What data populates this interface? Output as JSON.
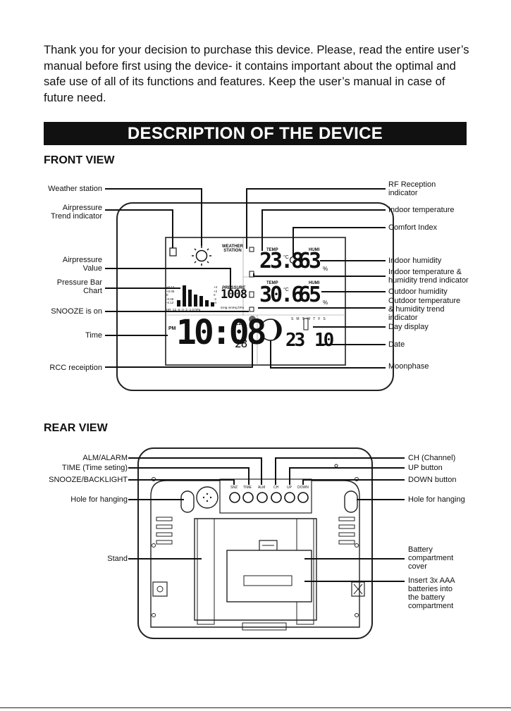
{
  "intro": "Thank you for your decision to purchase this device. Please, read the entire user’s manual before first using the device- it contains important about the optimal and safe use of all of its functions and features. Keep the user’s manual in case of future need.",
  "banner": "DESCRIPTION OF THE DEVICE",
  "front": {
    "title": "FRONT VIEW",
    "left_labels": [
      "Weather station",
      "Airpressure\nTrend indicator",
      "Airpressure\nValue",
      "Pressure Bar\nChart",
      "SNOOZE is on",
      "Time",
      "RCC receiption"
    ],
    "right_labels": [
      "RF Reception\nindicator",
      "Indoor temperature",
      "Comfort Index",
      "Indoor humidity",
      "Indoor temperature &\nhumidity trend indicator",
      "Outdoor humidity",
      "Outdoor temperature\n& humidity trend\nindicator",
      "Day display",
      "Date",
      "Moonphase"
    ],
    "display": {
      "station_label": "WEATHER\nSTATION",
      "temp_label": "TEMP",
      "humi_label": "HUMI",
      "indoor_temp": "23.8",
      "indoor_humi": "63",
      "outdoor_temp": "30.6",
      "outdoor_humi": "65",
      "pressure": "1008",
      "pressure_label": "PRESSURE",
      "pressure_units": "inHg  mmHg  hPa",
      "time": "10:08",
      "seconds": "28",
      "pm": "PM",
      "zz": "Zz",
      "date_day": "23",
      "date_month": "10",
      "temp_unit": "°C",
      "humi_unit": "%",
      "day_letters": "SMTWTFS",
      "bar_left_scale": [
        "+0.12",
        "+0.06",
        "0",
        "-0.06",
        "-0.12"
      ],
      "bar_right_scale": [
        "+4",
        "+2",
        "0",
        "-2",
        "-4"
      ],
      "bar_axis": "HR -12 -6 -3 -2 -1 0 hPa"
    }
  },
  "rear": {
    "title": "REAR VIEW",
    "left_labels": [
      "ALM/ALARM",
      "TIME (Time seting)",
      "SNOOZE/BACKLIGHT",
      "Hole for hanging",
      "Stand"
    ],
    "right_labels": [
      "CH (Channel)",
      "UP button",
      "DOWN button",
      "Hole for hanging",
      "Battery\ncompartment\ncover",
      "Insert 3x AAA\nbatteries into\nthe battery\ncompartment"
    ],
    "buttons": [
      "SNZ",
      "TIME",
      "ALM",
      "CH",
      "UP",
      "DOWN"
    ]
  }
}
